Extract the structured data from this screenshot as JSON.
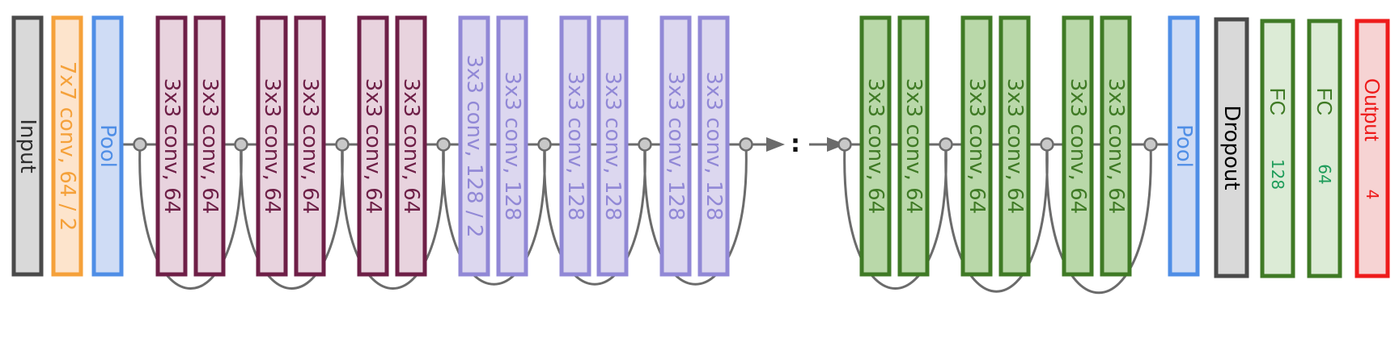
{
  "diagram": {
    "blocks": [
      {
        "id": "input",
        "label": "Input",
        "fill": "#d9d9d9",
        "stroke": "#4a4a4a",
        "text": "#2e2e2e"
      },
      {
        "id": "conv7",
        "label": "7x7 conv, 64 / 2",
        "fill": "#fde4cc",
        "stroke": "#f5a13a",
        "text": "#f5a13a"
      },
      {
        "id": "pool1",
        "label": "Pool",
        "fill": "#cfdcf5",
        "stroke": "#4f8ee6",
        "text": "#4f8ee6"
      },
      {
        "id": "c1",
        "label": "3x3 conv, 64",
        "fill": "#e8d3de",
        "stroke": "#6e1f47",
        "text": "#6e1f47"
      },
      {
        "id": "c2",
        "label": "3x3 conv, 64",
        "fill": "#e8d3de",
        "stroke": "#6e1f47",
        "text": "#6e1f47"
      },
      {
        "id": "c3",
        "label": "3x3 conv, 64",
        "fill": "#e8d3de",
        "stroke": "#6e1f47",
        "text": "#6e1f47"
      },
      {
        "id": "c4",
        "label": "3x3 conv, 64",
        "fill": "#e8d3de",
        "stroke": "#6e1f47",
        "text": "#6e1f47"
      },
      {
        "id": "c5",
        "label": "3x3 conv, 64",
        "fill": "#e8d3de",
        "stroke": "#6e1f47",
        "text": "#6e1f47"
      },
      {
        "id": "c6",
        "label": "3x3 conv, 64",
        "fill": "#e8d3de",
        "stroke": "#6e1f47",
        "text": "#6e1f47"
      },
      {
        "id": "c7",
        "label": "3x3 conv, 128 / 2",
        "fill": "#dcd7ef",
        "stroke": "#9188d6",
        "text": "#9188d6"
      },
      {
        "id": "c8",
        "label": "3x3 conv, 128",
        "fill": "#dcd7ef",
        "stroke": "#9188d6",
        "text": "#9188d6"
      },
      {
        "id": "c9",
        "label": "3x3 conv, 128",
        "fill": "#dcd7ef",
        "stroke": "#9188d6",
        "text": "#9188d6"
      },
      {
        "id": "c10",
        "label": "3x3 conv, 128",
        "fill": "#dcd7ef",
        "stroke": "#9188d6",
        "text": "#9188d6"
      },
      {
        "id": "c11",
        "label": "3x3 conv, 128",
        "fill": "#dcd7ef",
        "stroke": "#9188d6",
        "text": "#9188d6"
      },
      {
        "id": "c12",
        "label": "3x3 conv, 128",
        "fill": "#dcd7ef",
        "stroke": "#9188d6",
        "text": "#9188d6"
      },
      {
        "id": "g1",
        "label": "3x3 conv, 64",
        "fill": "#b9d8a9",
        "stroke": "#3f7a25",
        "text": "#3f7a25"
      },
      {
        "id": "g2",
        "label": "3x3 conv, 64",
        "fill": "#b9d8a9",
        "stroke": "#3f7a25",
        "text": "#3f7a25"
      },
      {
        "id": "g3",
        "label": "3x3 conv, 64",
        "fill": "#b9d8a9",
        "stroke": "#3f7a25",
        "text": "#3f7a25"
      },
      {
        "id": "g4",
        "label": "3x3 conv, 64",
        "fill": "#b9d8a9",
        "stroke": "#3f7a25",
        "text": "#3f7a25"
      },
      {
        "id": "g5",
        "label": "3x3 conv, 64",
        "fill": "#b9d8a9",
        "stroke": "#3f7a25",
        "text": "#3f7a25"
      },
      {
        "id": "g6",
        "label": "3x3 conv, 64",
        "fill": "#b9d8a9",
        "stroke": "#3f7a25",
        "text": "#3f7a25"
      },
      {
        "id": "pool2",
        "label": "Pool",
        "fill": "#cfdcf5",
        "stroke": "#4f8ee6",
        "text": "#4f8ee6"
      },
      {
        "id": "dropout",
        "label": "Dropout",
        "fill": "#d9d9d9",
        "stroke": "#4a4a4a",
        "text": "#000000"
      },
      {
        "id": "fc128",
        "label": "FC",
        "sublabel": "128",
        "fill": "#dcebd6",
        "stroke": "#3f7a25",
        "text": "#3f7a25",
        "subtext": "#1e9c5a"
      },
      {
        "id": "fc64",
        "label": "FC",
        "sublabel": "64",
        "fill": "#dcebd6",
        "stroke": "#3f7a25",
        "text": "#3f7a25",
        "subtext": "#1e9c5a"
      },
      {
        "id": "output",
        "label": "Output",
        "sublabel": "4",
        "fill": "#f6d3d3",
        "stroke": "#ee1b1b",
        "text": "#ee1b1b",
        "subtext": "#ee1b1b"
      }
    ],
    "ellipsis": ":",
    "colors": {
      "line": "#6b6b6b",
      "node_fill": "#c8c8c8",
      "node_stroke": "#6b6b6b"
    }
  }
}
